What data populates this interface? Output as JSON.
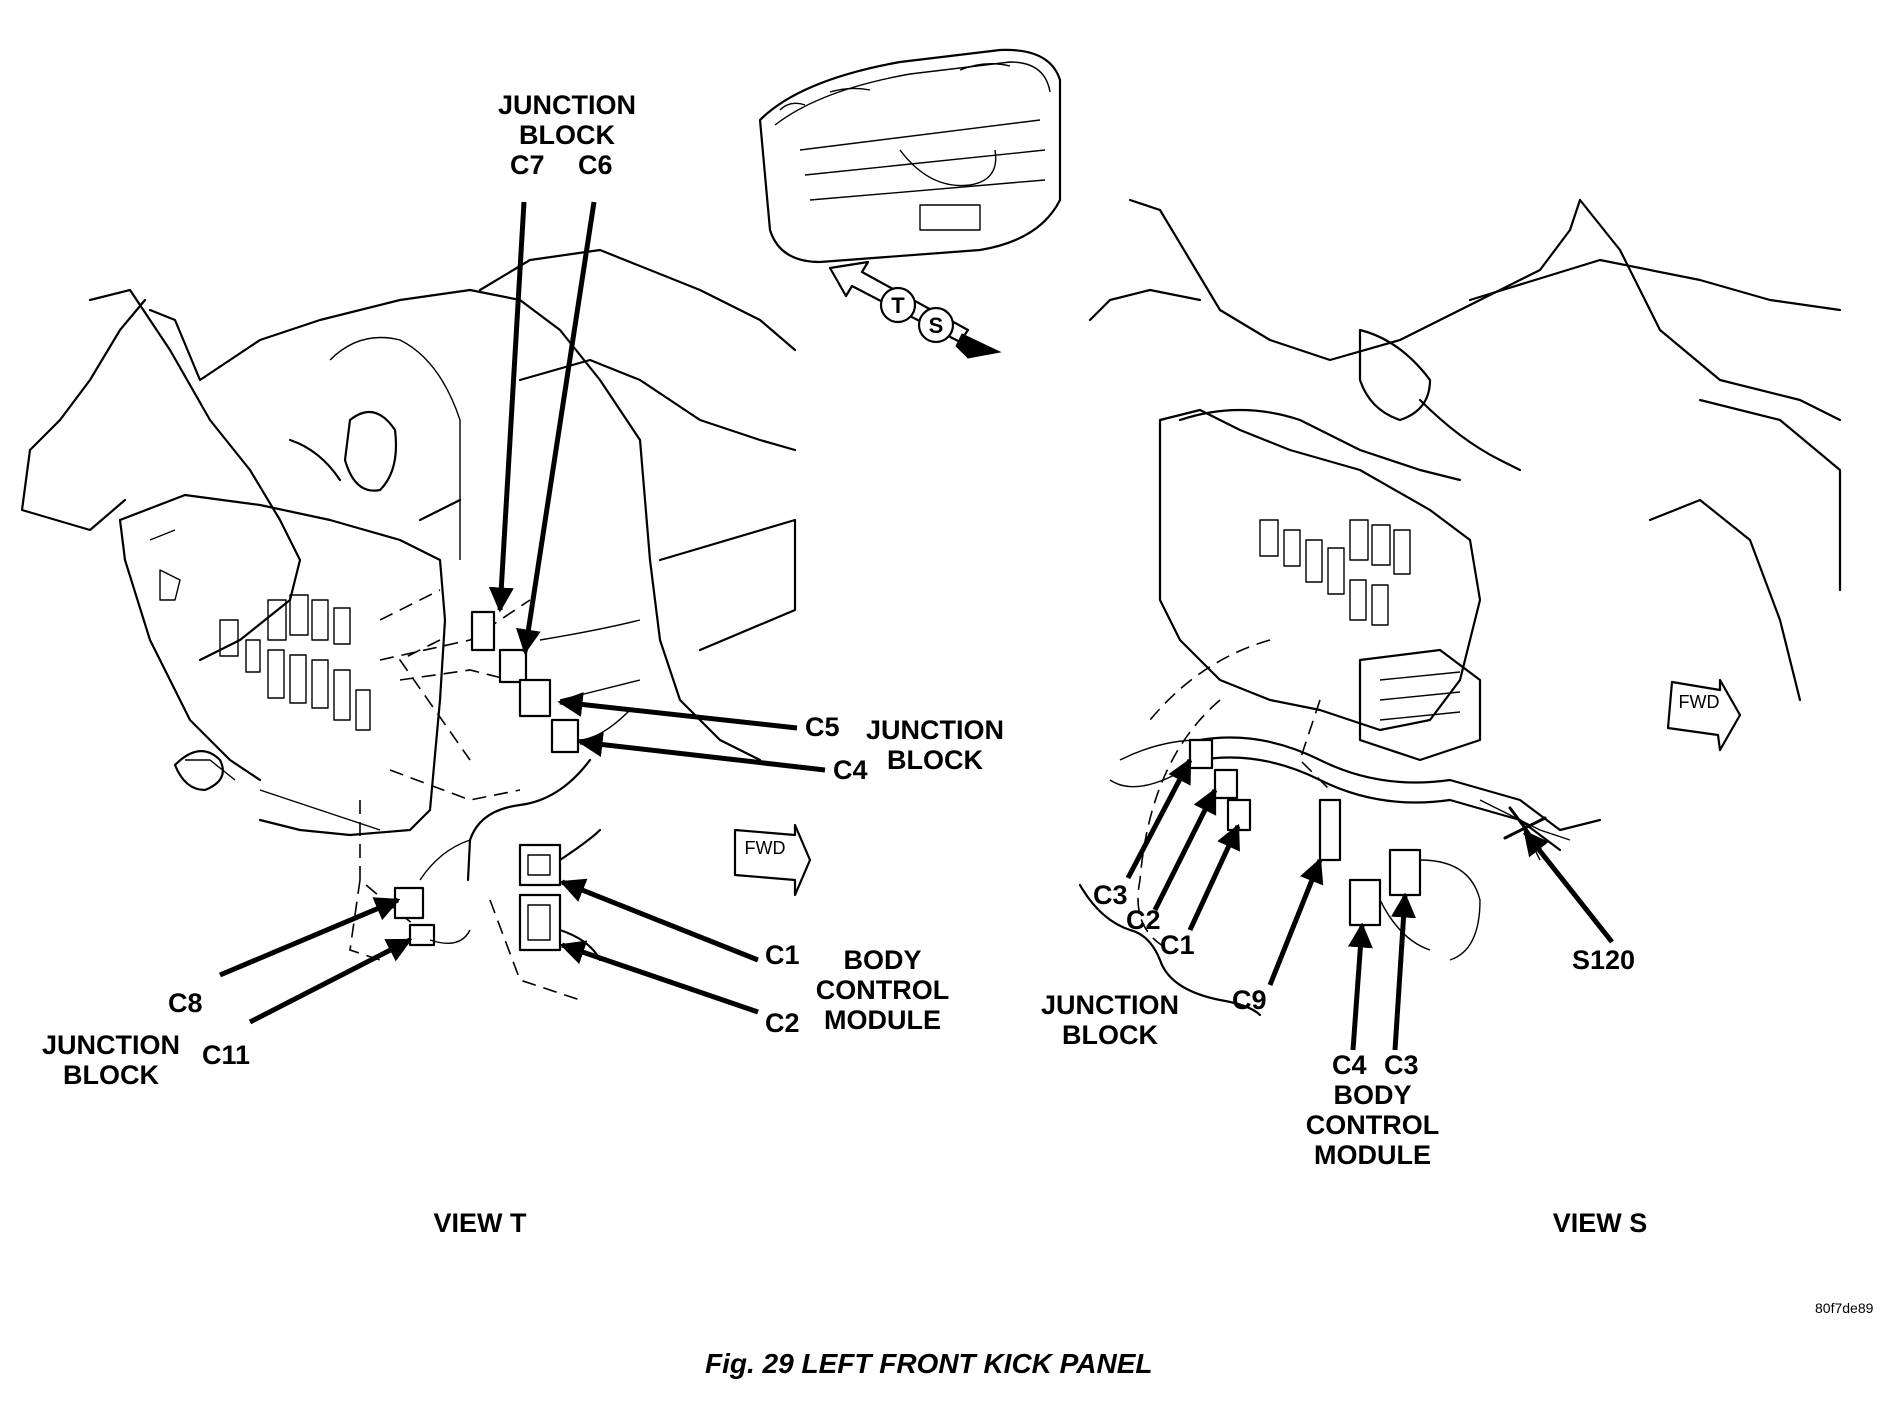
{
  "figure": {
    "caption": "Fig. 29 LEFT FRONT KICK PANEL",
    "image_code": "80f7de89"
  },
  "view_t": {
    "title": "VIEW T",
    "junction_block_top": {
      "line1": "JUNCTION",
      "line2": "BLOCK",
      "c7": "C7",
      "c6": "C6"
    },
    "c5": "C5",
    "c4": "C4",
    "junction_block_right": {
      "line1": "JUNCTION",
      "line2": "BLOCK"
    },
    "c1": "C1",
    "c2": "C2",
    "body_control_module": {
      "line1": "BODY",
      "line2": "CONTROL",
      "line3": "MODULE"
    },
    "c8": "C8",
    "c11": "C11",
    "junction_block_bottom": {
      "line1": "JUNCTION",
      "line2": "BLOCK"
    },
    "fwd": "FWD"
  },
  "locator": {
    "marker_t": "T",
    "marker_s": "S"
  },
  "view_s": {
    "title": "VIEW S",
    "c3": "C3",
    "c2": "C2",
    "c1": "C1",
    "c9": "C9",
    "s120": "S120",
    "junction_block": {
      "line1": "JUNCTION",
      "line2": "BLOCK"
    },
    "c4_top": "C4",
    "c3_top": "C3",
    "body_control_module": {
      "line1": "BODY",
      "line2": "CONTROL",
      "line3": "MODULE"
    },
    "fwd": "FWD"
  }
}
